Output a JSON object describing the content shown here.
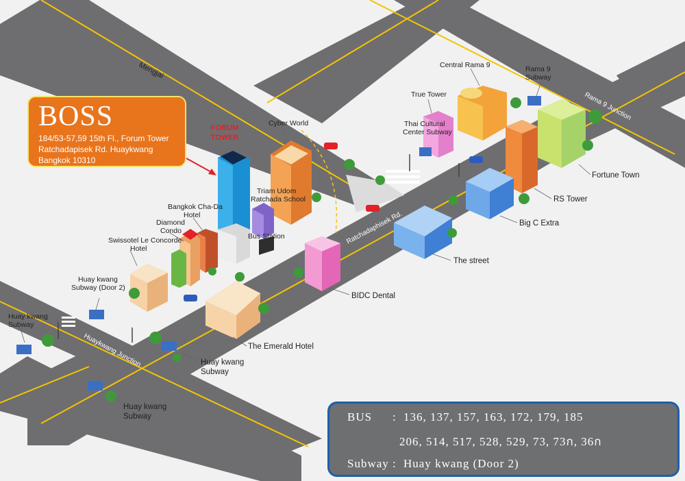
{
  "boss": {
    "name": "BOSS",
    "address": [
      "184/53-57,59 15th Fl., Forum Tower",
      "Ratchadapisek Rd. Huaykwang",
      "Bangkok 10310"
    ]
  },
  "forum_tower": {
    "line1": "FORUM",
    "line2": "TOWER"
  },
  "roads": {
    "mengjai": "Mengjai",
    "ratchadaphisek": "Ratchadaphisek Rd.",
    "rama9_junction": "Rama 9 Junction",
    "huaykwang_junction": "Huaykwang Junction"
  },
  "places": {
    "central_rama9": "Central Rama 9",
    "rama9_subway": [
      "Rama 9",
      "Subway"
    ],
    "true_tower": "True Tower",
    "thai_cultural": [
      "Thai Cultural",
      "Center Subway"
    ],
    "cyber_world": "Cyber World",
    "triam_udom": [
      "Triam Udom",
      "Ratchada School"
    ],
    "bus_station": "Bus Station",
    "bangkok_chada": [
      "Bangkok Cha-Da",
      "Hotel"
    ],
    "diamond_condo": [
      "Diamond",
      "Condo"
    ],
    "swissotel": [
      "Swissotel Le Concorde",
      "Hotel"
    ],
    "huaykwang_door2": [
      "Huay kwang",
      "Subway (Door 2)"
    ],
    "huaykwang_subway_left": [
      "Huay kwang",
      "Subway"
    ],
    "fortune_town": "Fortune Town",
    "rs_tower": "RS Tower",
    "big_c": "Big C Extra",
    "the_street": "The street",
    "bidc": "BIDC  Dental",
    "emerald": "The Emerald Hotel",
    "huaykwang_subway_mid": [
      "Huay kwang",
      "Subway"
    ],
    "huaykwang_subway_bottom": [
      "Huay kwang",
      "Subway"
    ]
  },
  "transit": {
    "bus_label": "BUS",
    "bus_sep": ":",
    "bus_line1": "136, 137, 157, 163, 172, 179, 185",
    "bus_line2": "206, 514, 517, 528, 529, 73, 73ก, 36ก",
    "subway_label": "Subway",
    "subway_sep": ":",
    "subway_value": "Huay kwang (Door 2)"
  },
  "colors": {
    "road": "#6e6e70",
    "road_line": "#f5c400",
    "ground": "#f1f1f1",
    "boss_card": "#e8741c",
    "boss_border": "#f5e46a",
    "forum_text": "#e32126",
    "transit_bg": "#6e6f71",
    "transit_border": "#1d5fa8"
  },
  "icons": [
    "building-icon",
    "tree-icon",
    "car-icon",
    "subway-entrance-icon",
    "traffic-light-icon",
    "arrow-icon"
  ]
}
